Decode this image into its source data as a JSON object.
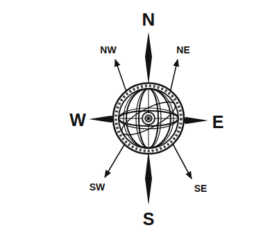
{
  "diagram": {
    "labels": [
      "N",
      "NW",
      "NE",
      "W",
      "E",
      "SW",
      "SE",
      "S"
    ]
  }
}
